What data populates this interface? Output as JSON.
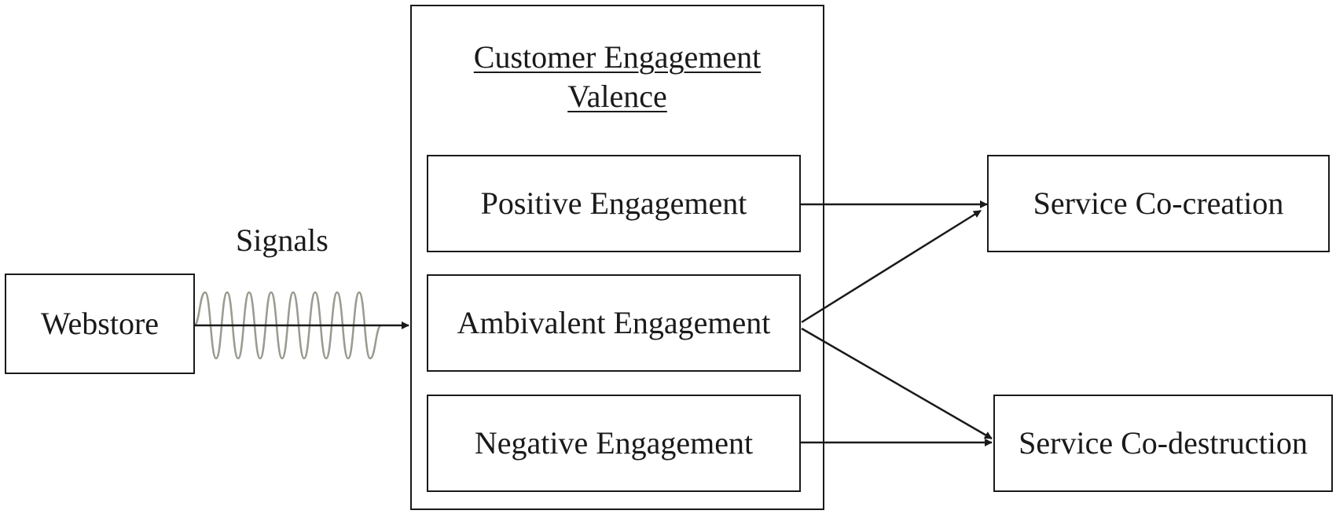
{
  "diagram": {
    "webstore": "Webstore",
    "signals": "Signals",
    "group_title_line1": "Customer Engagement",
    "group_title_line2": "Valence",
    "positive": "Positive Engagement",
    "ambivalent": "Ambivalent Engagement",
    "negative": "Negative Engagement",
    "cocreation": "Service Co-creation",
    "codestruction": "Service Co-destruction"
  },
  "colors": {
    "line": "#1a1a1a",
    "wave": "#9a9a90"
  }
}
